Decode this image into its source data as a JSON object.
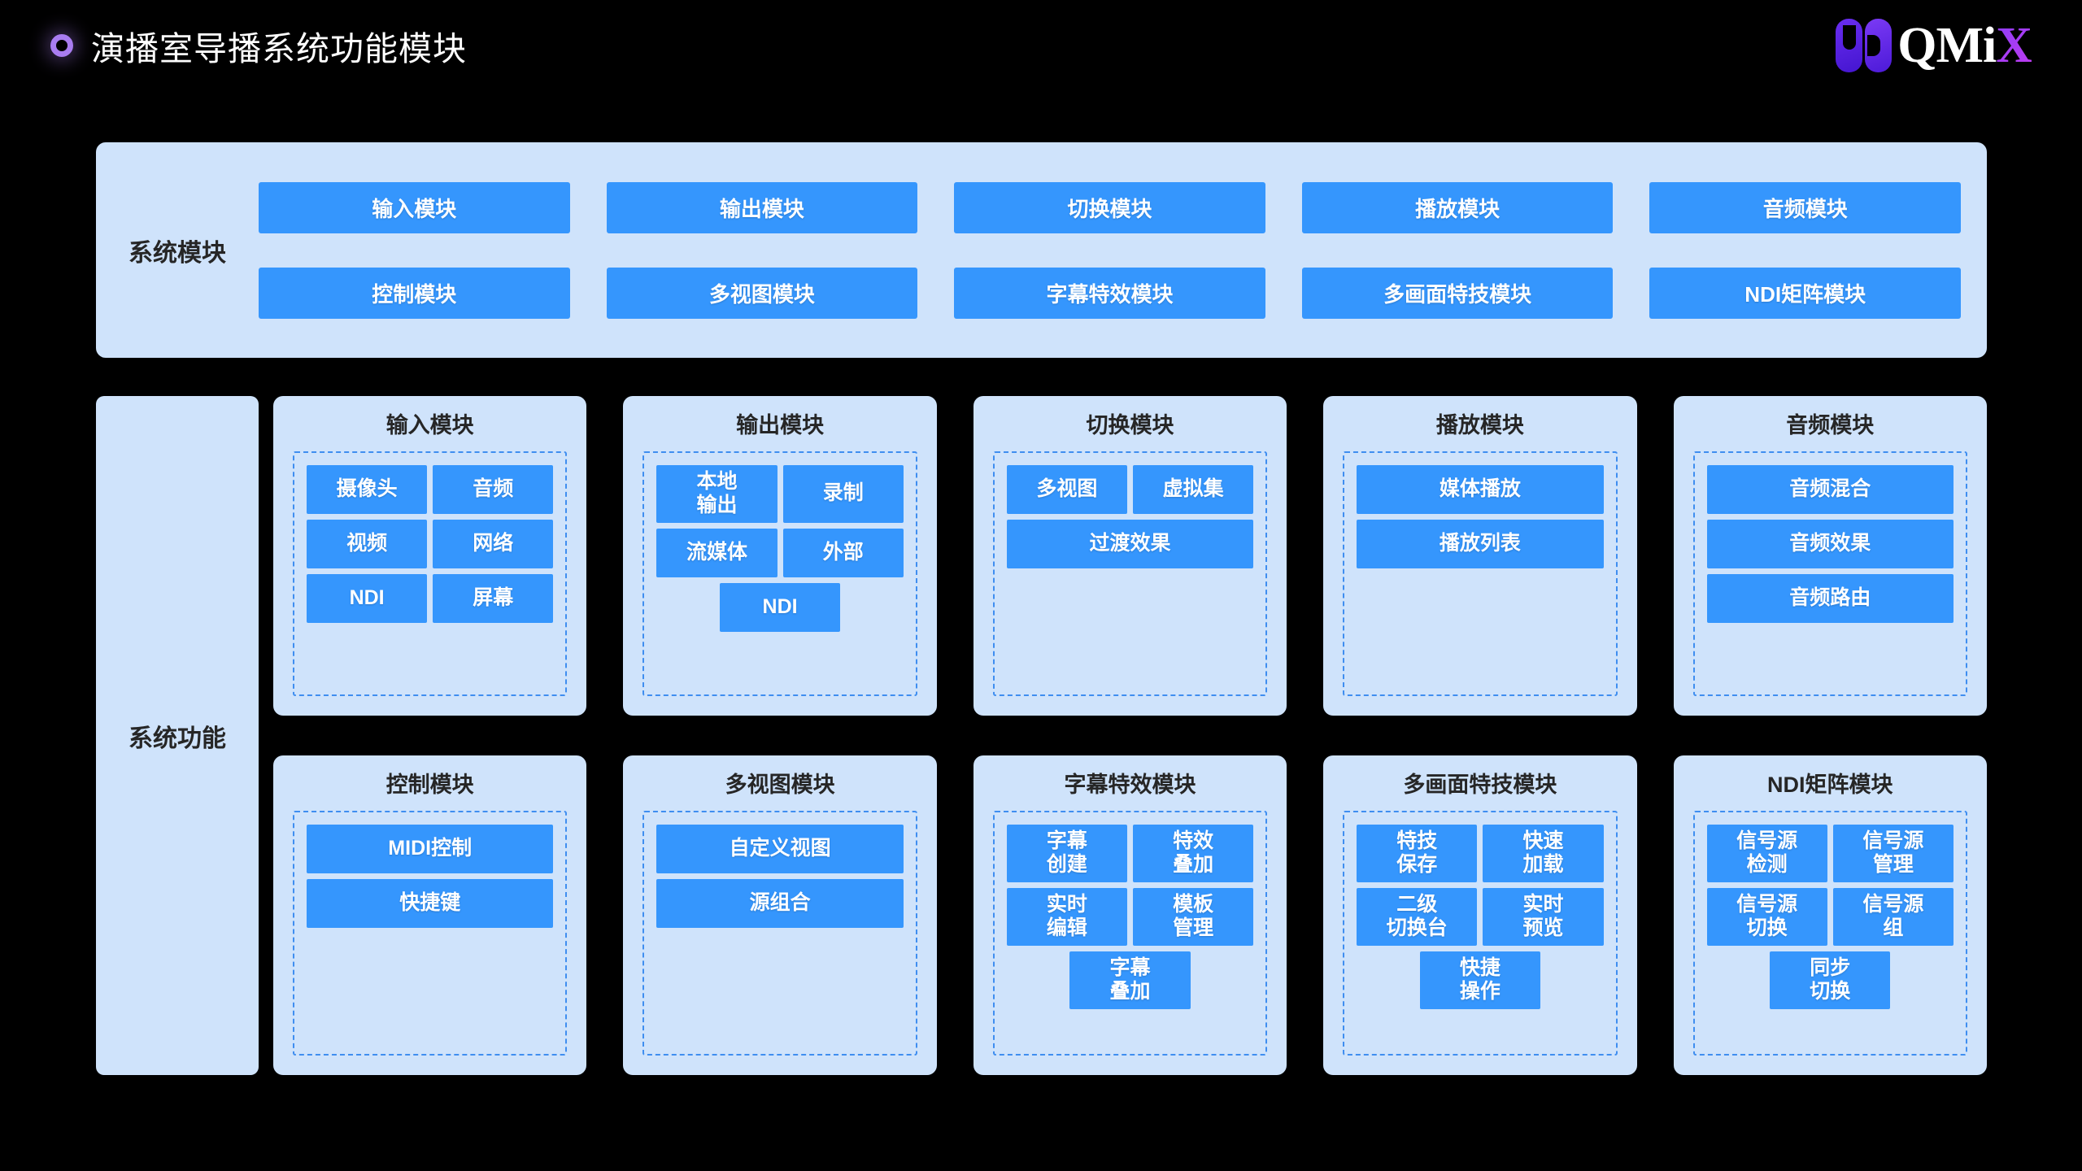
{
  "header": {
    "title": "演播室导播系统功能模块",
    "ring_icon": "ring-icon",
    "logo_text_main": "QMi",
    "logo_text_accent": "X"
  },
  "system_modules": {
    "label": "系统模块",
    "buttons": [
      "输入模块",
      "输出模块",
      "切换模块",
      "播放模块",
      "音频模块",
      "控制模块",
      "多视图模块",
      "字幕特效模块",
      "多画面特技模块",
      "NDI矩阵模块"
    ]
  },
  "system_functions": {
    "label": "系统功能",
    "cards": [
      {
        "title": "输入模块",
        "groups": [
          {
            "layout": "two",
            "items": [
              "摄像头",
              "音频"
            ]
          },
          {
            "layout": "two",
            "items": [
              "视频",
              "网络"
            ]
          },
          {
            "layout": "two",
            "items": [
              "NDI",
              "屏幕"
            ]
          }
        ]
      },
      {
        "title": "输出模块",
        "groups": [
          {
            "layout": "two",
            "items": [
              "本地\n输出",
              "录制"
            ]
          },
          {
            "layout": "two",
            "items": [
              "流媒体",
              "外部"
            ]
          },
          {
            "layout": "center-half",
            "items": [
              "NDI"
            ]
          }
        ]
      },
      {
        "title": "切换模块",
        "groups": [
          {
            "layout": "two",
            "items": [
              "多视图",
              "虚拟集"
            ]
          },
          {
            "layout": "one",
            "items": [
              "过渡效果"
            ]
          }
        ]
      },
      {
        "title": "播放模块",
        "groups": [
          {
            "layout": "one",
            "items": [
              "媒体播放"
            ]
          },
          {
            "layout": "one",
            "items": [
              "播放列表"
            ]
          }
        ]
      },
      {
        "title": "音频模块",
        "groups": [
          {
            "layout": "one",
            "items": [
              "音频混合"
            ]
          },
          {
            "layout": "one",
            "items": [
              "音频效果"
            ]
          },
          {
            "layout": "one",
            "items": [
              "音频路由"
            ]
          }
        ]
      },
      {
        "title": "控制模块",
        "groups": [
          {
            "layout": "one",
            "items": [
              "MIDI控制"
            ]
          },
          {
            "layout": "one",
            "items": [
              "快捷键"
            ]
          }
        ]
      },
      {
        "title": "多视图模块",
        "groups": [
          {
            "layout": "one",
            "items": [
              "自定义视图"
            ]
          },
          {
            "layout": "one",
            "items": [
              "源组合"
            ]
          }
        ]
      },
      {
        "title": "字幕特效模块",
        "groups": [
          {
            "layout": "two",
            "items": [
              "字幕\n创建",
              "特效\n叠加"
            ]
          },
          {
            "layout": "two",
            "items": [
              "实时\n编辑",
              "模板\n管理"
            ]
          },
          {
            "layout": "center-half",
            "items": [
              "字幕\n叠加"
            ]
          }
        ]
      },
      {
        "title": "多画面特技模块",
        "groups": [
          {
            "layout": "two",
            "items": [
              "特技\n保存",
              "快速\n加载"
            ]
          },
          {
            "layout": "two",
            "items": [
              "二级\n切换台",
              "实时\n预览"
            ]
          },
          {
            "layout": "center-half",
            "items": [
              "快捷\n操作"
            ]
          }
        ]
      },
      {
        "title": "NDI矩阵模块",
        "groups": [
          {
            "layout": "two",
            "items": [
              "信号源\n检测",
              "信号源\n管理"
            ]
          },
          {
            "layout": "two",
            "items": [
              "信号源\n切换",
              "信号源\n组"
            ]
          },
          {
            "layout": "center-half",
            "items": [
              "同步\n切换"
            ]
          }
        ]
      }
    ]
  },
  "colors": {
    "background": "#000000",
    "panel": "#cfe3fb",
    "chip": "#3596fd",
    "dashed_border": "#3f8ef0",
    "accent_purple": "#a97df0"
  }
}
